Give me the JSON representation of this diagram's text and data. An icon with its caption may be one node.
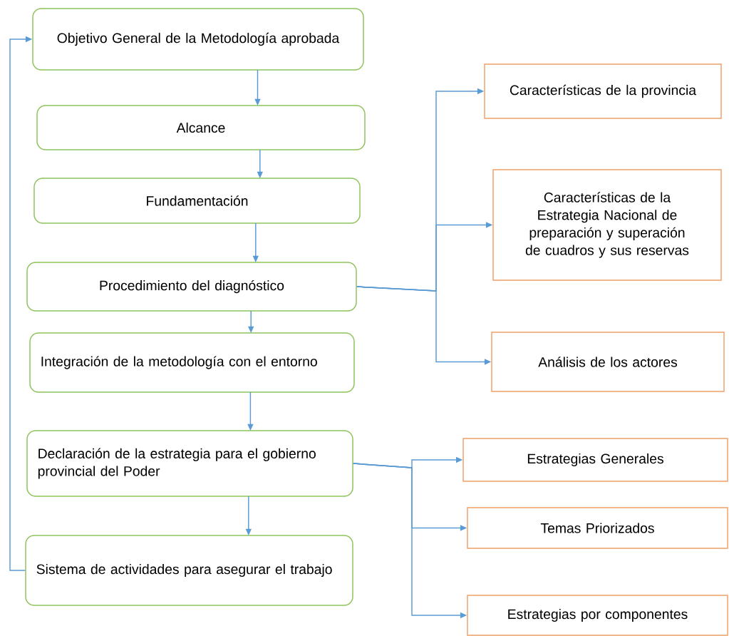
{
  "diagram": {
    "nodes": [
      {
        "text": [
          "Objetivo General de la Metodología aprobada"
        ]
      },
      {
        "text": [
          "Alcance"
        ]
      },
      {
        "text": [
          "Fundamentación"
        ]
      },
      {
        "text": [
          "Procedimiento del diagnóstico"
        ]
      },
      {
        "text": [
          "Integración de la metodología con el entorno"
        ]
      },
      {
        "text": [
          "Declaración de la estrategia para el gobierno provincial del Poder"
        ]
      },
      {
        "text": [
          "Sistema de actividades para asegurar el trabajo"
        ]
      },
      {
        "text": [
          "Características de la provincia"
        ]
      },
      {
        "text": [
          "Características de la Estrategia Nacional de preparación y superación de cuadros y sus reservas"
        ]
      },
      {
        "text": [
          "Análisis de los actores"
        ]
      },
      {
        "text": [
          "Estrategias Generales"
        ]
      },
      {
        "text": [
          "Temas Priorizados"
        ]
      },
      {
        "text": [
          "Estrategias por componentes"
        ]
      }
    ],
    "edges": [
      {
        "from": 0,
        "to": 1,
        "arrow": "to"
      },
      {
        "from": 1,
        "to": 2,
        "arrow": "to"
      },
      {
        "from": 2,
        "to": 3,
        "arrow": "to"
      },
      {
        "from": 3,
        "to": 4,
        "arrow": "to"
      },
      {
        "from": 4,
        "to": 5,
        "arrow": "to"
      },
      {
        "from": 5,
        "to": 6,
        "arrow": "to"
      },
      {
        "from": 6,
        "to": 0,
        "arrow": "to"
      },
      {
        "from": 3,
        "to": 7,
        "arrow": "to"
      },
      {
        "from": 3,
        "to": 8,
        "arrow": "to"
      },
      {
        "from": 3,
        "to": 9,
        "arrow": "to"
      },
      {
        "from": 5,
        "to": 10,
        "arrow": "to"
      },
      {
        "from": 5,
        "to": 11,
        "arrow": "to"
      },
      {
        "from": 5,
        "to": 12,
        "arrow": "to"
      }
    ]
  }
}
